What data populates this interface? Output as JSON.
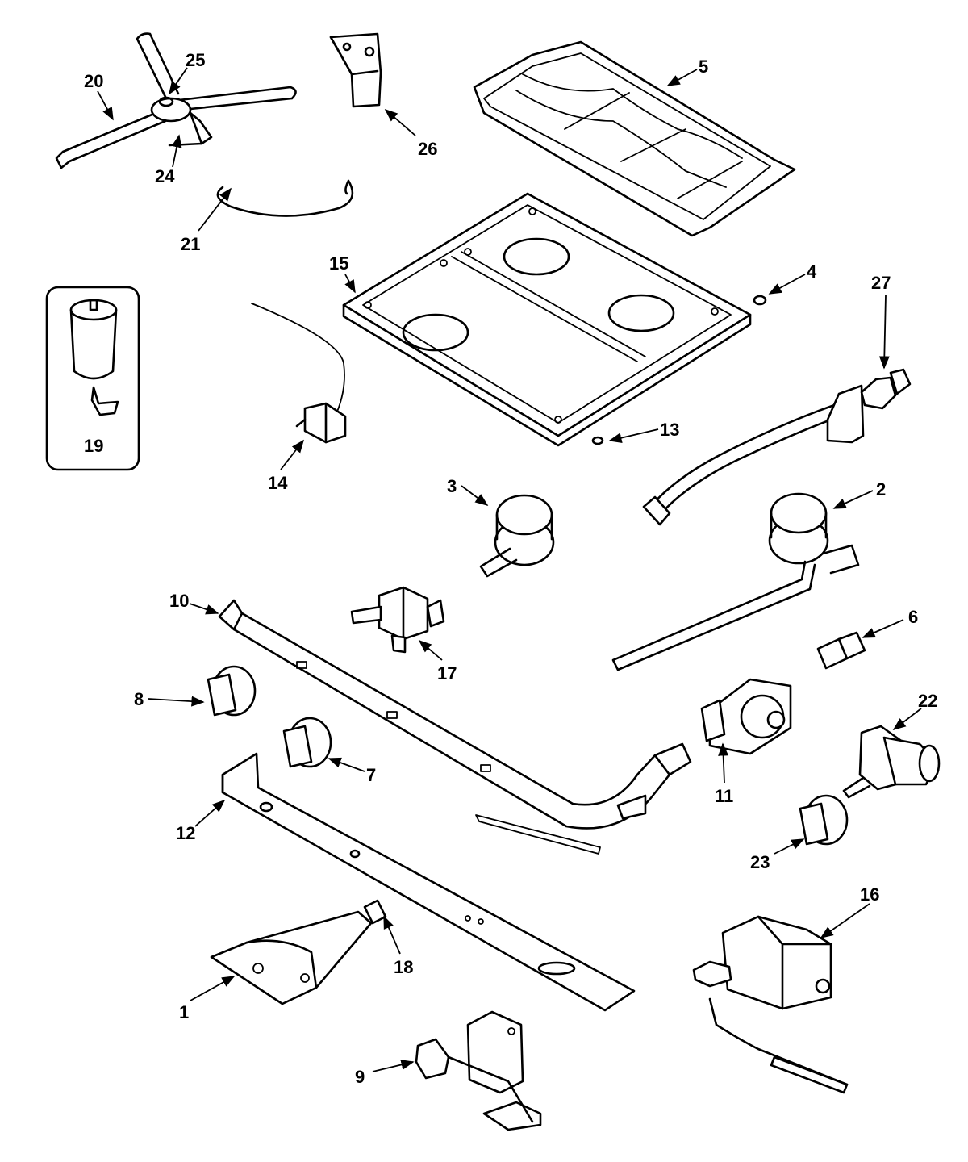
{
  "parts": [
    {
      "id": "p1",
      "label": "1"
    },
    {
      "id": "p2",
      "label": "2"
    },
    {
      "id": "p3",
      "label": "3"
    },
    {
      "id": "p4",
      "label": "4"
    },
    {
      "id": "p5",
      "label": "5"
    },
    {
      "id": "p6",
      "label": "6"
    },
    {
      "id": "p7",
      "label": "7"
    },
    {
      "id": "p8",
      "label": "8"
    },
    {
      "id": "p9",
      "label": "9"
    },
    {
      "id": "p10",
      "label": "10"
    },
    {
      "id": "p11",
      "label": "11"
    },
    {
      "id": "p12",
      "label": "12"
    },
    {
      "id": "p13",
      "label": "13"
    },
    {
      "id": "p14",
      "label": "14"
    },
    {
      "id": "p15",
      "label": "15"
    },
    {
      "id": "p16",
      "label": "16"
    },
    {
      "id": "p17",
      "label": "17"
    },
    {
      "id": "p18",
      "label": "18"
    },
    {
      "id": "p19",
      "label": "19"
    },
    {
      "id": "p20",
      "label": "20"
    },
    {
      "id": "p21",
      "label": "21"
    },
    {
      "id": "p22",
      "label": "22"
    },
    {
      "id": "p23",
      "label": "23"
    },
    {
      "id": "p24",
      "label": "24"
    },
    {
      "id": "p25",
      "label": "25"
    },
    {
      "id": "p26",
      "label": "26"
    },
    {
      "id": "p27",
      "label": "27"
    }
  ]
}
